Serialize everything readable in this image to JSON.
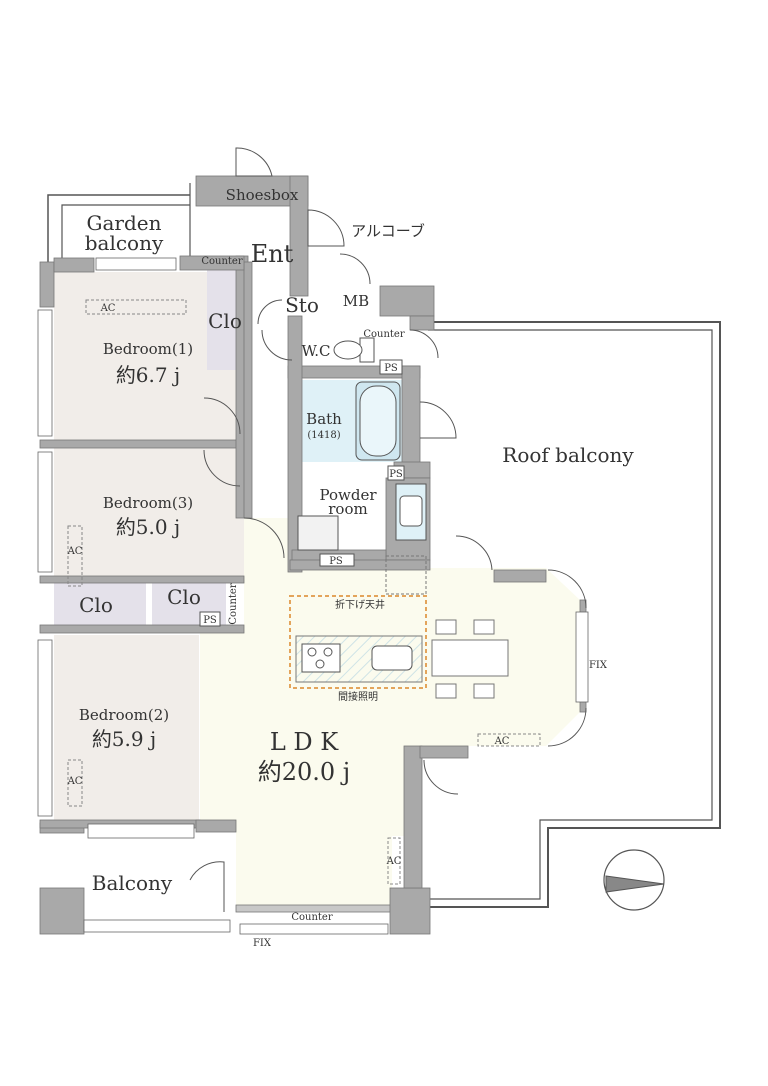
{
  "colors": {
    "wall": "#a9a9a9",
    "wall_stroke": "#777777",
    "room_floor": "#f1ede9",
    "ldk_floor": "#fbfbee",
    "wet_floor": "#dff1f7",
    "closet_floor": "#e4e1ea",
    "outline": "#555555",
    "accent_orange": "#e3a45b"
  },
  "labels": {
    "shoesbox": "Shoesbox",
    "garden_balcony_1": "Garden",
    "garden_balcony_2": "balcony",
    "alcove": "アルコーブ",
    "counter_entry": "Counter",
    "ent": "Ent",
    "sto": "Sto",
    "mb": "MB",
    "clo_1": "Clo",
    "bedroom1_name": "Bedroom(1)",
    "bedroom1_size": "約6.7 j",
    "ac_bed1": "AC",
    "wc": "W.C",
    "counter_wc": "Counter",
    "ps_1": "PS",
    "bath": "Bath",
    "bath_size": "(1418)",
    "ps_2": "PS",
    "roof_balcony": "Roof balcony",
    "powder_1": "Powder",
    "powder_2": "room",
    "bedroom3_name": "Bedroom(3)",
    "bedroom3_size": "約5.0 j",
    "ac_bed3": "AC",
    "ps_3": "PS",
    "clo_2": "Clo",
    "clo_3": "Clo",
    "ps_4": "PS",
    "counter_mid": "Counter",
    "ceiling_note": "折下げ天井",
    "indirect_light": "間接照明",
    "fix_right": "FIX",
    "ac_ldk": "AC",
    "bedroom2_name": "Bedroom(2)",
    "bedroom2_size": "約5.9 j",
    "ac_bed2": "AC",
    "ldk_name": "L D K",
    "ldk_size": "約20.0 j",
    "ac_ldk2": "AC",
    "balcony": "Balcony",
    "counter_bottom": "Counter",
    "fix_bottom": "FIX"
  },
  "icons": {
    "compass": "compass-icon",
    "toilet": "toilet-icon",
    "bathtub": "bathtub-icon",
    "sink": "sink-icon",
    "stove": "stove-icon"
  }
}
